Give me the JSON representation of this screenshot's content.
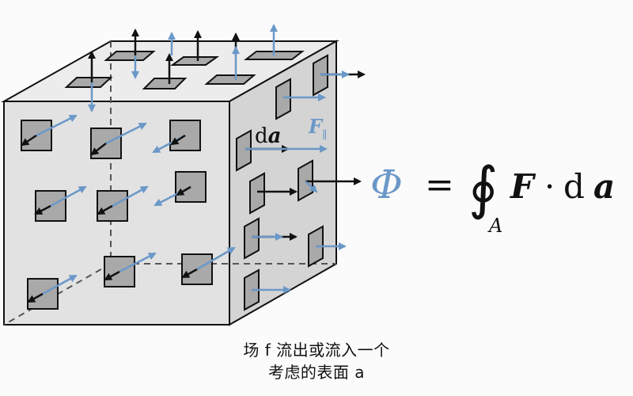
{
  "formula": {
    "phi": "Φ",
    "equals": "=",
    "integral": "∮",
    "subscript": "A",
    "field": "F",
    "dot": "·",
    "d": "d",
    "area": "a"
  },
  "labels": {
    "da_d": "d",
    "da_a": "a",
    "f_parallel_F": "F",
    "f_parallel_sub": "∥"
  },
  "subtitle": {
    "line1": "场 f 流出或流入一个",
    "line2": "考虑的表面 a"
  },
  "colors": {
    "background": "#fbfbfb",
    "front_face": "#e2e2e2",
    "side_face": "#d4d4d4",
    "top_face": "#ececec",
    "patch_fill": "#a9a9a9",
    "blue": "#6b98c8",
    "black": "#111111"
  }
}
